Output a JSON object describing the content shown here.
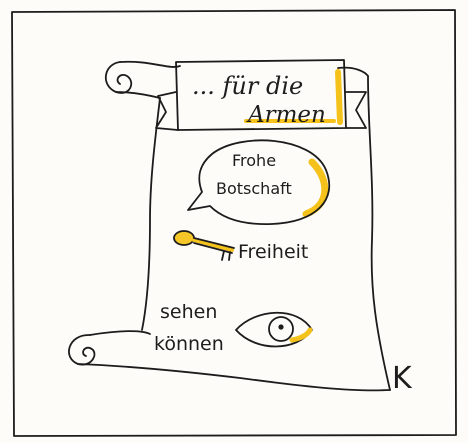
{
  "banner": {
    "line1": "... für die",
    "line2": "Armen"
  },
  "bubble": {
    "line1": "Frohe",
    "line2": "Botschaft"
  },
  "key_label": "Freiheit",
  "eye_label": {
    "line1": "sehen",
    "line2": "können"
  },
  "signature": "K",
  "colors": {
    "ink": "#1c1c1c",
    "highlight": "#f4c21a",
    "paper": "#fdfcf8"
  }
}
